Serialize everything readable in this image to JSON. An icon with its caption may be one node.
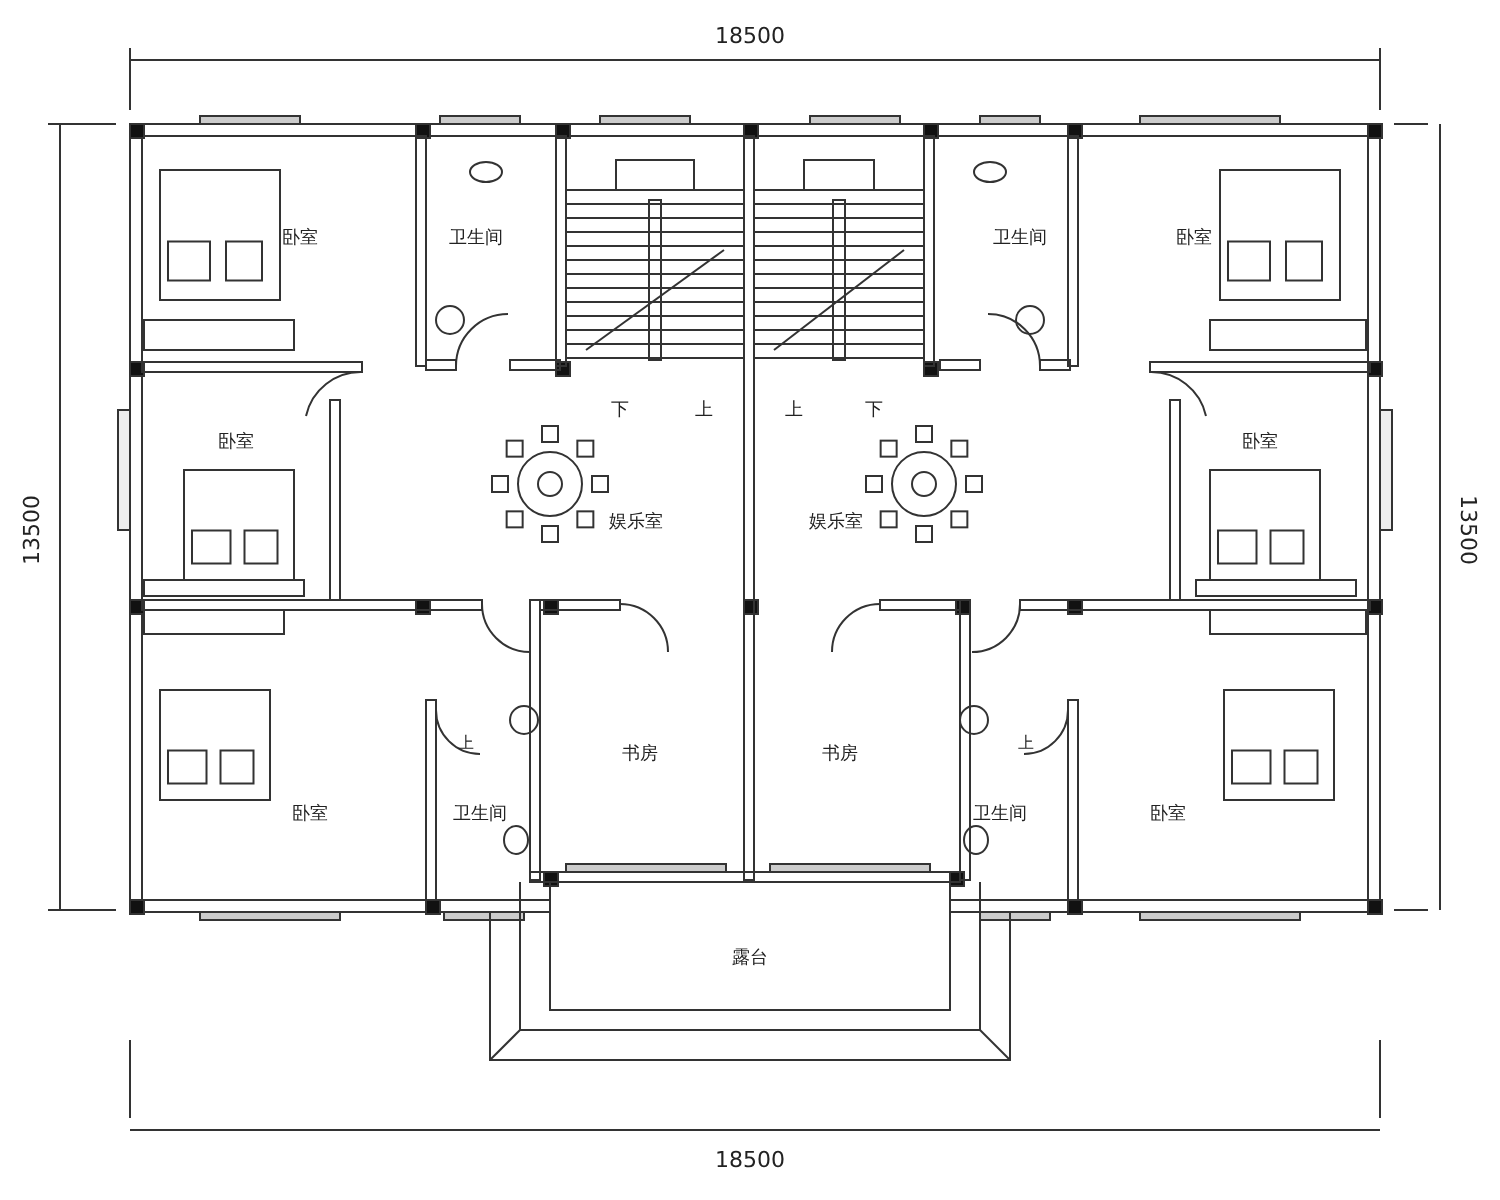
{
  "diagram": {
    "labels": [
      "18500",
      "卧室",
      "卫生间",
      "卫生间",
      "卧室",
      "卧室",
      "下",
      "上",
      "上",
      "下",
      "娱乐室",
      "娱乐室",
      "卧室",
      "13500",
      "13500",
      "书房",
      "书房",
      "上",
      "上",
      "卧室",
      "卫生间",
      "卫生间",
      "卧室",
      "露台",
      "18500"
    ]
  }
}
